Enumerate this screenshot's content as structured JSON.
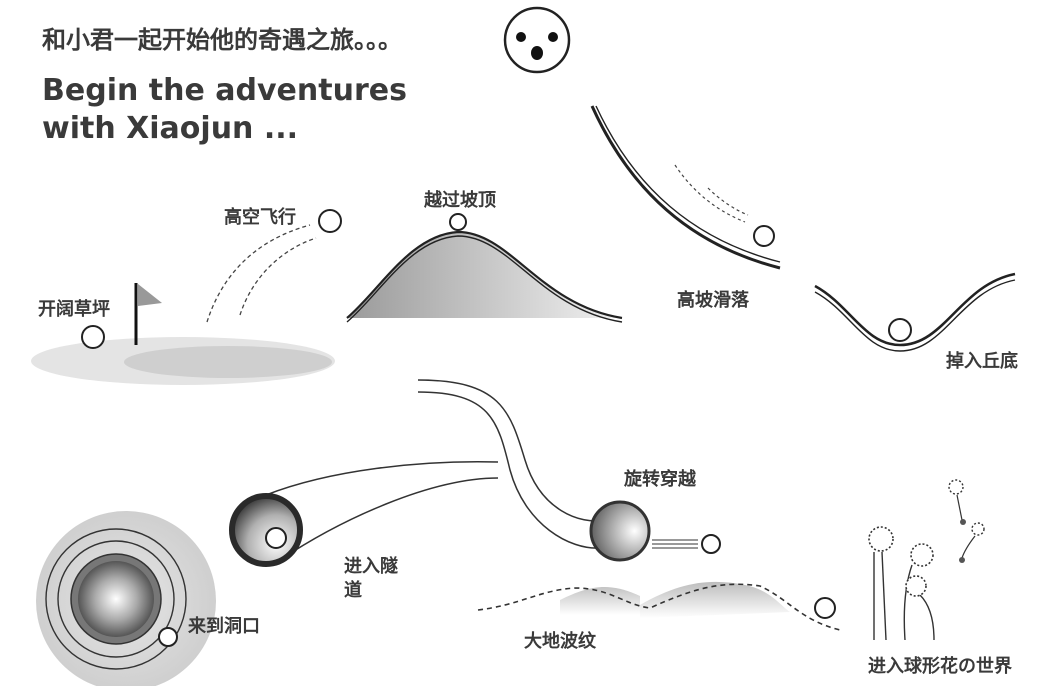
{
  "title": {
    "cn": "和小君一起开始他的奇遇之旅。。。",
    "en": "Begin the adventures with Xiaojun ..."
  },
  "labels": {
    "open_lawn": "开阔草坪",
    "high_flight": "高空飞行",
    "over_hilltop": "越过坡顶",
    "slide_down_slope": "高坡滑落",
    "fall_into_valley": "掉入丘底",
    "spin_through": "旋转穿越",
    "enter_tunnel": "进入隧\n道",
    "reach_cave": "来到洞口",
    "earth_ripples": "大地波纹",
    "flower_world": "进入球形花の世界"
  },
  "icons": [
    "smiley-face-icon",
    "flag-icon",
    "ball-icon"
  ],
  "colors": {
    "line": "#3a3a3a",
    "text": "#3a3a3a",
    "fill": "#d9d9d9"
  }
}
